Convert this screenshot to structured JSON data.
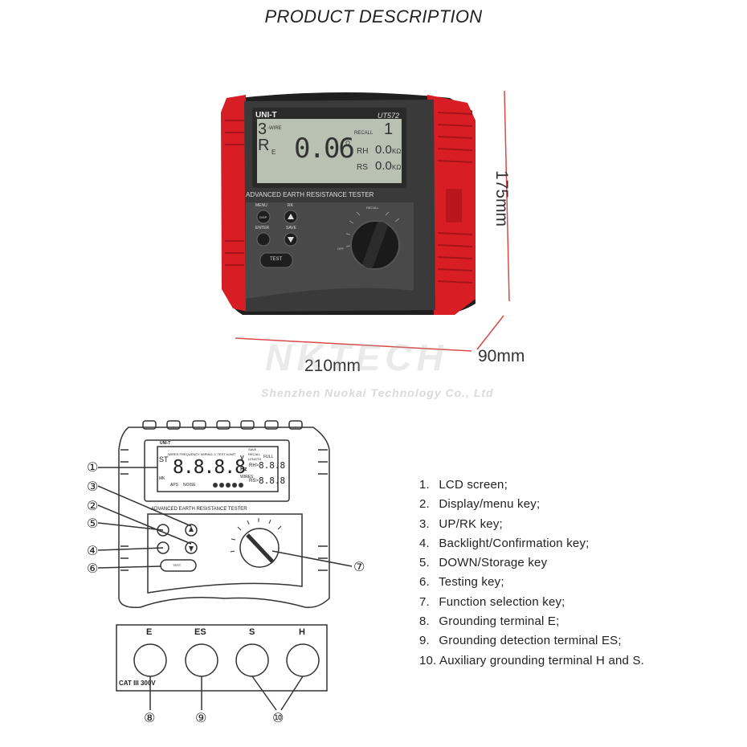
{
  "title": "PRODUCT DESCRIPTION",
  "dimensions": {
    "height": "175mm",
    "depth": "90mm",
    "width": "210mm"
  },
  "device": {
    "brand": "UNI-T",
    "model": "UT572",
    "panel_label": "ADVANCED EARTH RESISTANCE TESTER",
    "lcd": {
      "wires": "3",
      "wires_label": "-WIRE",
      "r_label": "R",
      "e_label": "E",
      "main_value": "0.06",
      "omega": "Ω",
      "recall_label": "RECALL",
      "recall_value": "1",
      "rh_label": "RH",
      "rh_value": "0.0",
      "rs_label": "RS",
      "rs_value": "0.0",
      "kohm": "KΩ"
    },
    "keys": {
      "menu": "MENU",
      "disp": "DISP",
      "rk": "RK",
      "enter": "ENTER",
      "save": "SAVE",
      "test": "TEST"
    },
    "dial": {
      "recall": "RECALL",
      "off": "OFF"
    }
  },
  "watermark": {
    "name": "NKTECH",
    "company": "Shenzhen Nuokai Technology Co., Ltd"
  },
  "diagram": {
    "brand": "UNI-T",
    "panel_label": "ADVANCED EARTH RESISTANCE TESTER",
    "lcd_top": "-WIRES FREQUENCY WIRING ⚠ TEST HJMIT",
    "lcd_save": "SAVE",
    "lcd_recall": "RECALL",
    "lcd_length": "LENGTH",
    "lcd_digits": "8.8.8.8",
    "lcd_v": "V",
    "lcd_hz": "Hz",
    "lcd_rh": "RH>",
    "lcd_rs": "RS>",
    "lcd_small": "8.8.8",
    "lcd_full": "FULL",
    "lcd_wires": "WIRES",
    "lcd_st": "ST",
    "lcd_aps": "APS",
    "lcd_noise": "NOISE",
    "lcd_mk": "MK",
    "callouts": [
      "①",
      "②",
      "③",
      "④",
      "⑤",
      "⑥",
      "⑦",
      "⑧",
      "⑨",
      "⑩"
    ],
    "terminals": {
      "e": "E",
      "es": "ES",
      "s": "S",
      "h": "H",
      "cat": "CAT III 300V"
    },
    "test_key": "TEST"
  },
  "features": [
    {
      "num": "1.",
      "text": "LCD screen;"
    },
    {
      "num": "2.",
      "text": "Display/menu key;"
    },
    {
      "num": "3.",
      "text": "UP/RK key;"
    },
    {
      "num": "4.",
      "text": "Backlight/Confirmation key;"
    },
    {
      "num": "5.",
      "text": "DOWN/Storage key"
    },
    {
      "num": "6.",
      "text": "Testing key;"
    },
    {
      "num": "7.",
      "text": "Function selection key;"
    },
    {
      "num": "8.",
      "text": "Grounding terminal E;"
    },
    {
      "num": "9.",
      "text": "Grounding detection terminal ES;"
    },
    {
      "num": "10.",
      "text": "Auxiliary grounding terminal H and S."
    }
  ],
  "colors": {
    "device_red": "#d81e24",
    "device_body": "#3a3a3a",
    "lcd_bg": "#b9c2b2",
    "text": "#222222"
  }
}
